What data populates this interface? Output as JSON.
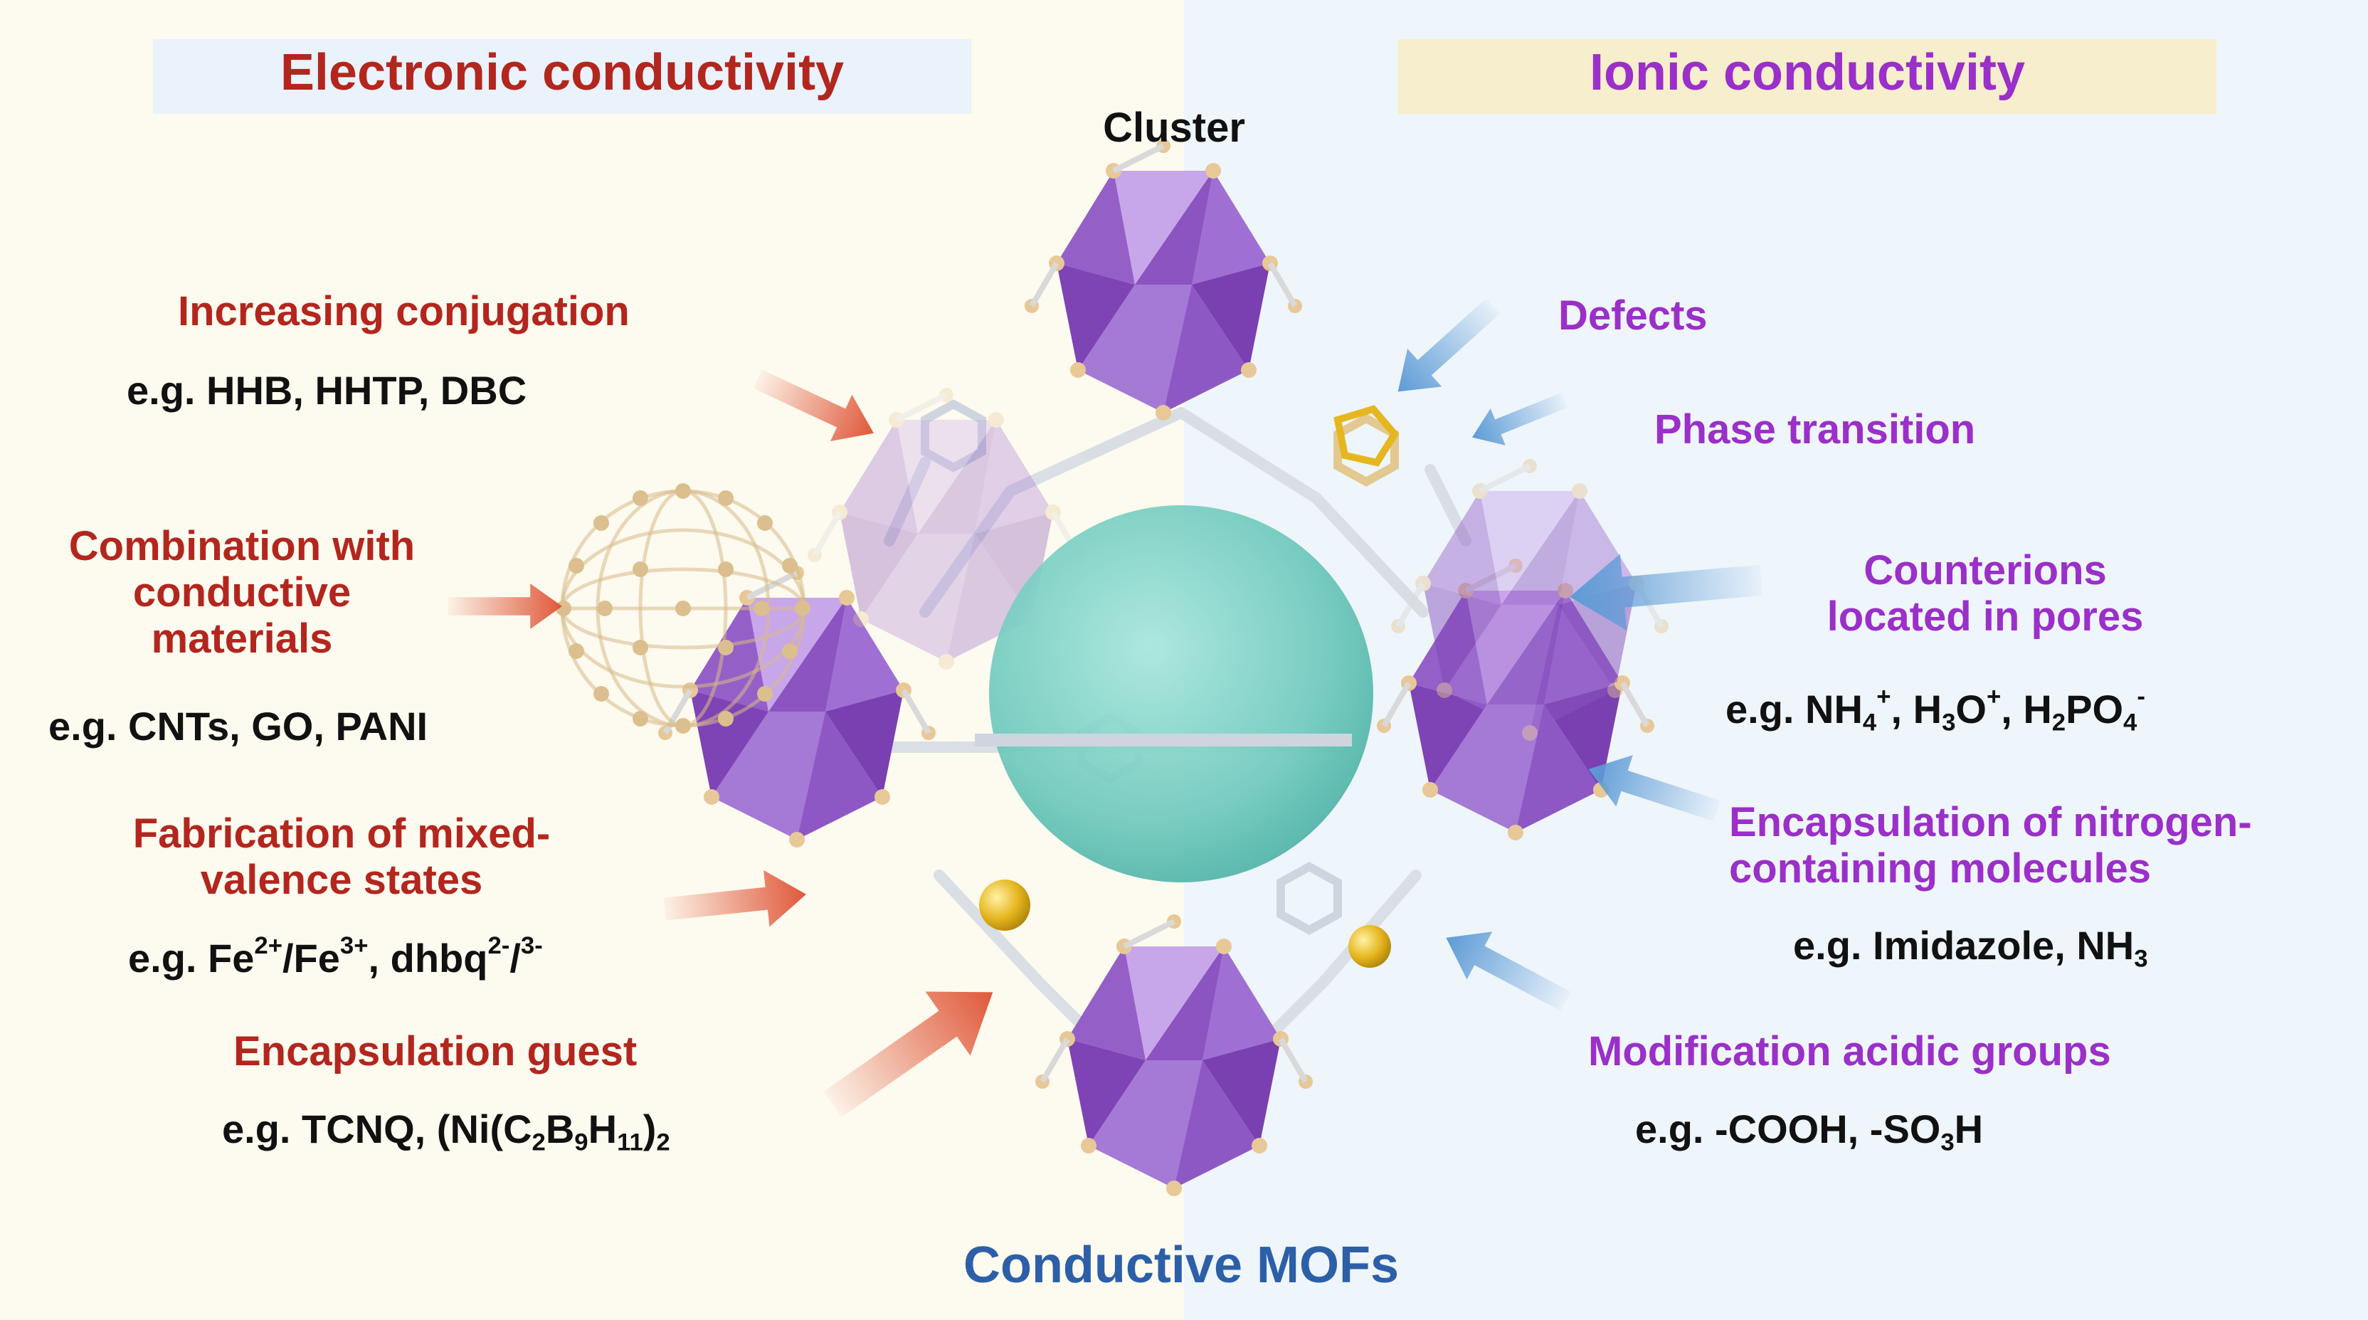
{
  "headers": {
    "left": "Electronic conductivity",
    "right": "Ionic conductivity",
    "bottom": "Conductive MOFs"
  },
  "structure_label": "Cluster",
  "left_items": [
    {
      "title": "Increasing conjugation",
      "example": "e.g. HHB, HHTP, DBC"
    },
    {
      "title_lines": [
        "Combination with",
        "conductive",
        "materials"
      ],
      "example": "e.g. CNTs, GO, PANI"
    },
    {
      "title_lines": [
        "Fabrication of mixed-",
        "valence states"
      ],
      "example_parts": {
        "prefix": "e.g. Fe",
        "sup1": "2+",
        "mid1": "/Fe",
        "sup2": "3+",
        "mid2": ", dhbq",
        "sup3": "2-",
        "mid3": "/",
        "sup4": "3-"
      }
    },
    {
      "title": "Encapsulation guest",
      "example_parts": {
        "prefix": "e.g. TCNQ, (Ni(C",
        "sub1": "2",
        "mid1": "B",
        "sub2": "9",
        "mid2": "H",
        "sub3": "11",
        "mid3": ")",
        "sub4": "2"
      }
    }
  ],
  "right_items": [
    {
      "title": "Defects"
    },
    {
      "title": "Phase transition"
    },
    {
      "title_lines": [
        "Counterions",
        "located in pores"
      ],
      "example_parts": {
        "p1": "e.g. NH",
        "sub1": "4",
        "sup1": "+",
        "p2": ", H",
        "sub2": "3",
        "p3": "O",
        "sup2": "+",
        "p4": ", H",
        "sub3": "2",
        "p5": "PO",
        "sub4": "4",
        "sup3": "-"
      }
    },
    {
      "title_lines": [
        "Encapsulation of nitrogen-",
        "containing molecules"
      ],
      "example_parts": {
        "prefix": "e.g. Imidazole, NH",
        "sub1": "3"
      }
    },
    {
      "title": "Modification acidic groups",
      "example_parts": {
        "prefix": "e.g. -COOH, -SO",
        "sub1": "3",
        "suffix": "H"
      }
    }
  ],
  "colors": {
    "left_accent": "#b3261e",
    "right_accent": "#9b2fc9",
    "bottom_accent": "#2c5fa8",
    "left_bg": "#fdfaef",
    "right_bg": "#eef5fb",
    "cluster_purple": "#9a62cc",
    "pore_teal": "#7fd3c9",
    "red_arrow": "#e0583a",
    "blue_arrow": "#5d9bd6"
  }
}
